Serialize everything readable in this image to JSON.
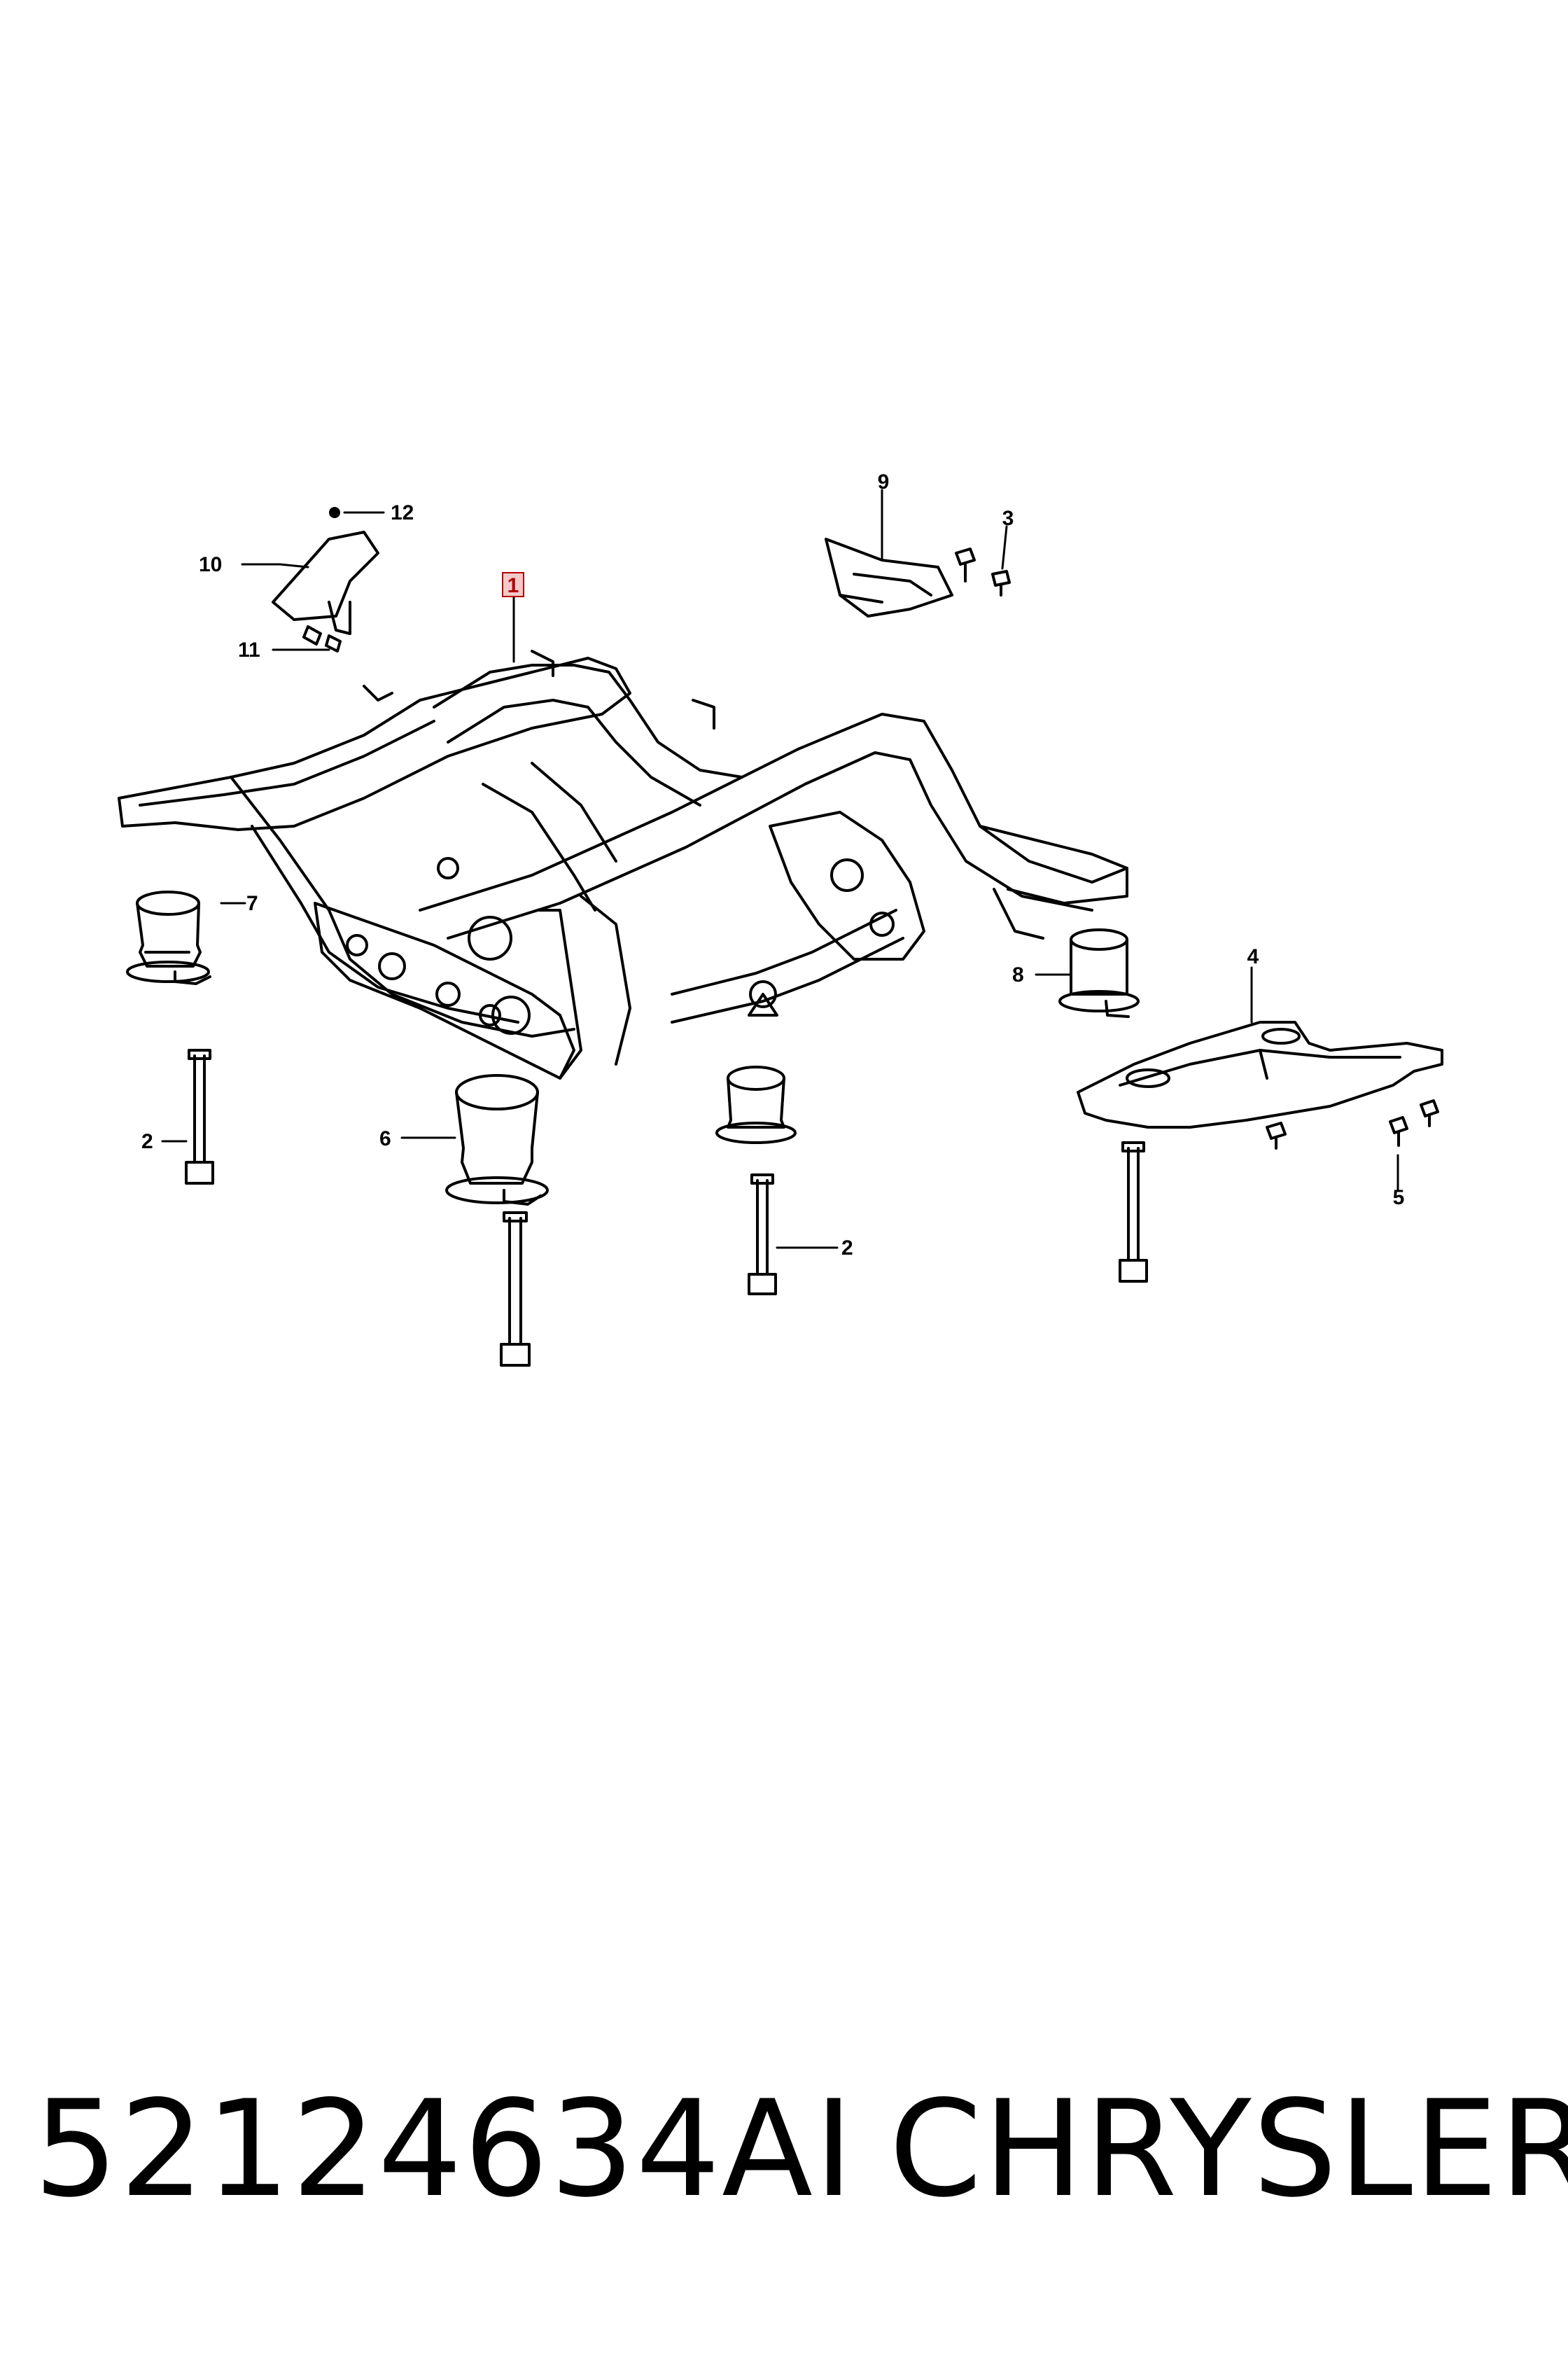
{
  "diagram": {
    "callouts": {
      "c1": "1",
      "c2a": "2",
      "c2b": "2",
      "c3": "3",
      "c4": "4",
      "c5": "5",
      "c6": "6",
      "c7": "7",
      "c8": "8",
      "c9": "9",
      "c10": "10",
      "c11": "11",
      "c12": "12"
    },
    "highlight_color": "#b00000",
    "line_color": "#000000"
  },
  "footer": {
    "part_number": "52124634AI",
    "brand": "CHRYSLER"
  }
}
